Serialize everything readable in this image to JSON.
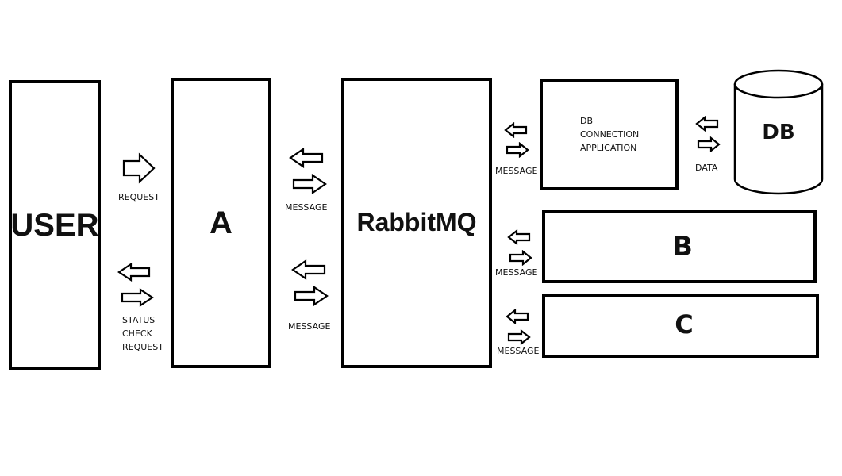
{
  "boxes": {
    "user": "USER",
    "a": "A",
    "rabbitmq": "RabbitMQ",
    "db_app": [
      "DB",
      "CONNECTION",
      "APPLICATION"
    ],
    "db": "DB",
    "b": "B",
    "c": "C"
  },
  "labels": {
    "request": "REQUEST",
    "status_check_request": [
      "STATUS",
      "CHECK",
      "REQUEST"
    ],
    "message_a_top": "MESSAGE",
    "message_a_bottom": "MESSAGE",
    "message_dbapp": "MESSAGE",
    "message_b": "MESSAGE",
    "message_c": "MESSAGE",
    "data": "DATA"
  }
}
